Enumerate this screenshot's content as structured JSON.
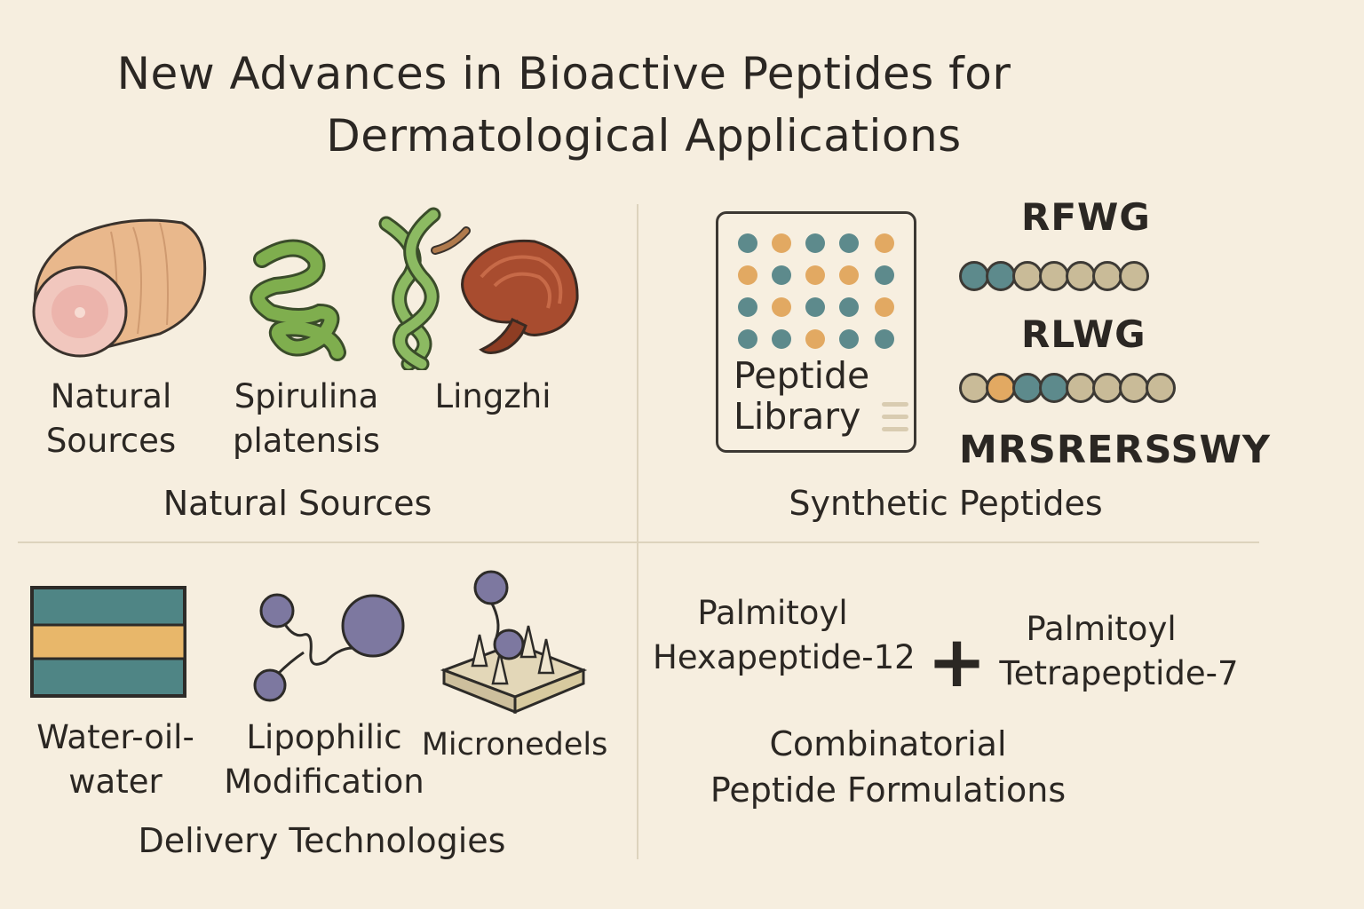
{
  "title": {
    "line1": "New Advances in Bioactive Peptides for",
    "line2": "Dermatological Applications"
  },
  "natural": {
    "section_label": "Natural Sources",
    "items": [
      {
        "label": "Natural Sources",
        "line1": "Natural",
        "line2": "Sources",
        "icon": "meat-tissue-icon"
      },
      {
        "label": "Spirulina platensis",
        "line1": "Spirulina",
        "line2": "platensis",
        "icon": "spirulina-icon"
      },
      {
        "label": "Lingzhi",
        "line1": "Lingzhi",
        "icon": "lingzhi-mushroom-icon"
      }
    ]
  },
  "synthetic": {
    "section_label": "Synthetic Peptides",
    "library_label": {
      "line1": "Peptide",
      "line2": "Library"
    },
    "sequences": [
      "RFWG",
      "RLWG",
      "MRSRERSSWY"
    ],
    "colors": {
      "teal": "#5d8a8c",
      "amber": "#e2a962",
      "tan": "#c9bb98"
    }
  },
  "delivery": {
    "section_label": "Delivery Technologies",
    "items": [
      {
        "line1": "Water-oil-",
        "line2": "water",
        "icon": "water-oil-water-layers-icon"
      },
      {
        "line1": "Lipophilic",
        "line2": "Modification",
        "icon": "lipophilic-molecule-icon"
      },
      {
        "line1": "Micronedels",
        "icon": "microneedle-patch-icon"
      }
    ]
  },
  "combinatorial": {
    "section_label_line1": "Combinatorial",
    "section_label_line2": "Peptide Formulations",
    "left": {
      "line1": "Palmitoyl",
      "line2": "Hexapeptide-12"
    },
    "right": {
      "line1": "Palmitoyl",
      "line2": "Tetrapeptide-7"
    },
    "operator": "+"
  }
}
